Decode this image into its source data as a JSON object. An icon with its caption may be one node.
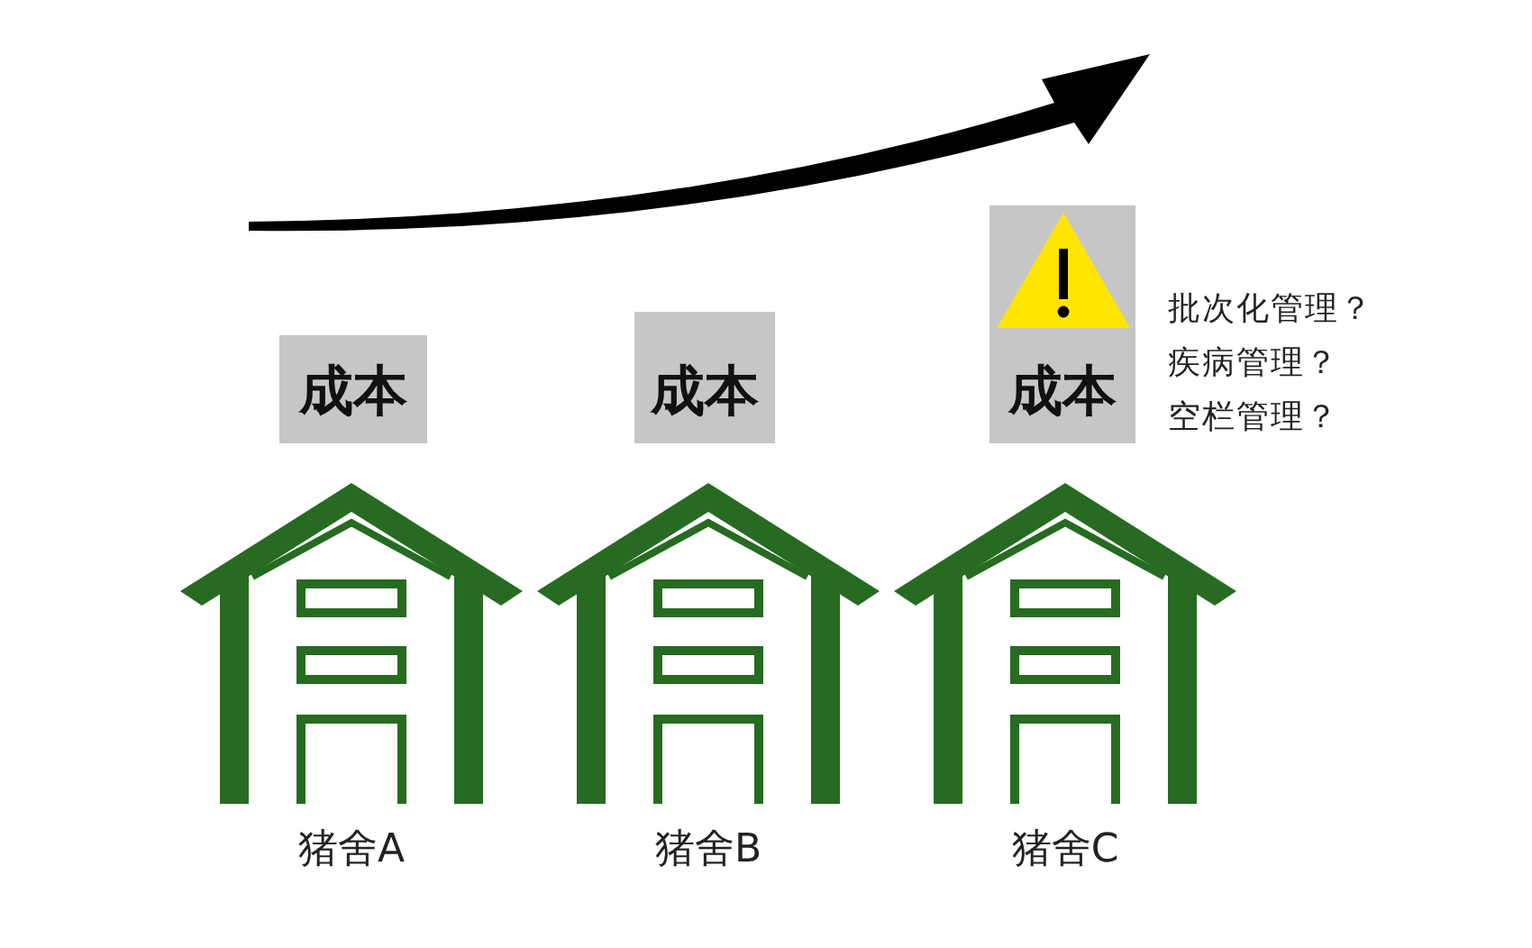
{
  "diagram": {
    "nodes": [
      {
        "text": [
          "成本"
        ]
      },
      {
        "text": [
          "成本"
        ]
      },
      {
        "text": [
          "成本"
        ]
      },
      {
        "text": [
          "猪舍A"
        ]
      },
      {
        "text": [
          "猪舍B"
        ]
      },
      {
        "text": [
          "猪舍C"
        ]
      }
    ],
    "labels": [
      "批次化管理？",
      "疾病管理？",
      "空栏管理？"
    ]
  }
}
